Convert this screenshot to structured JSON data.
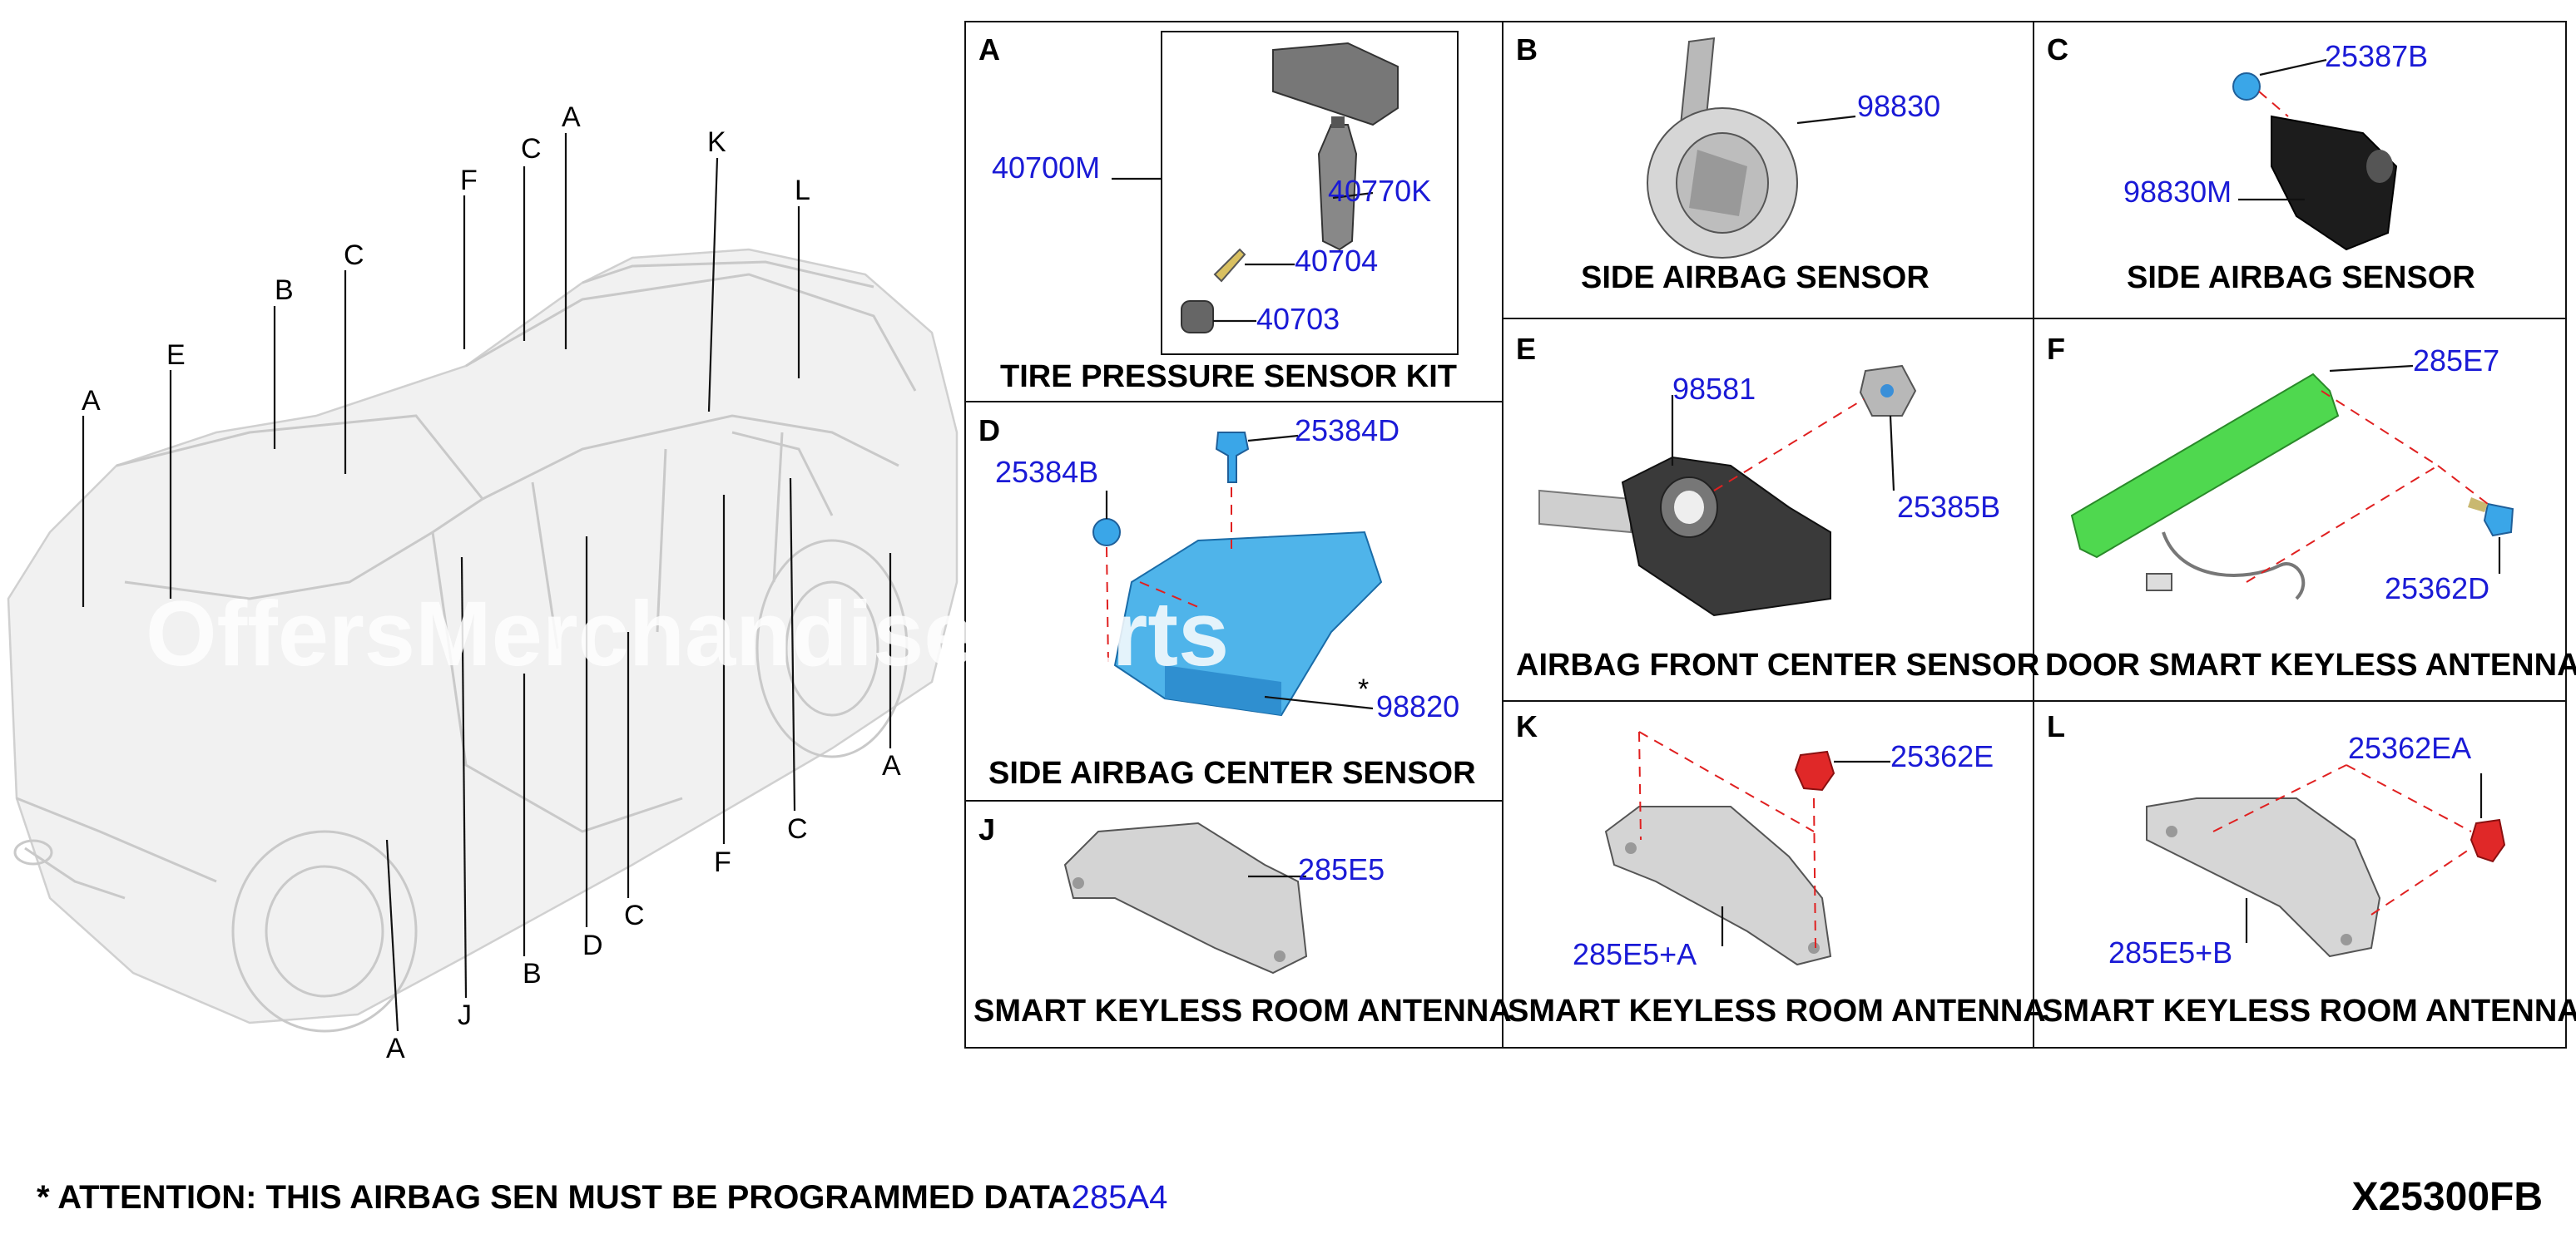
{
  "car_callouts": [
    "A",
    "E",
    "B",
    "C",
    "F",
    "C",
    "A",
    "K",
    "L",
    "A",
    "C",
    "F",
    "D",
    "C",
    "B",
    "J",
    "A"
  ],
  "panels": {
    "A": {
      "letter": "A",
      "caption": "TIRE PRESSURE SENSOR KIT",
      "parts": [
        "40700M",
        "40770K",
        "40704",
        "40703"
      ]
    },
    "B": {
      "letter": "B",
      "caption": "SIDE AIRBAG SENSOR",
      "parts": [
        "98830"
      ]
    },
    "C": {
      "letter": "C",
      "caption": "SIDE AIRBAG SENSOR",
      "parts": [
        "25387B",
        "98830M"
      ]
    },
    "D": {
      "letter": "D",
      "caption": "SIDE AIRBAG CENTER SENSOR",
      "parts": [
        "25384D",
        "25384B",
        "98820"
      ],
      "mark": "*"
    },
    "E": {
      "letter": "E",
      "caption": "AIRBAG FRONT CENTER SENSOR",
      "parts": [
        "98581",
        "25385B"
      ]
    },
    "F": {
      "letter": "F",
      "caption": "DOOR SMART KEYLESS ANTENNA",
      "parts": [
        "285E7",
        "25362D"
      ]
    },
    "J": {
      "letter": "J",
      "caption": "SMART KEYLESS ROOM ANTENNA",
      "parts": [
        "285E5"
      ]
    },
    "K": {
      "letter": "K",
      "caption": "SMART KEYLESS ROOM ANTENNA",
      "parts": [
        "25362E",
        "285E5+A"
      ]
    },
    "L": {
      "letter": "L",
      "caption": "SMART KEYLESS ROOM ANTENNA",
      "parts": [
        "25362EA",
        "285E5+B"
      ]
    }
  },
  "watermark": "OffersMerchandise Parts",
  "footer": {
    "note": "* ATTENTION: THIS AIRBAG SEN MUST BE PROGRAMMED DATA",
    "note_part": "285A4",
    "code": "X25300FB"
  },
  "colors": {
    "part_number": "#1a1ad6",
    "leader_dash": "#e02020",
    "sensor_blue": "#34a8e0",
    "antenna_green": "#4cd94c",
    "clip_red": "#e02828"
  }
}
